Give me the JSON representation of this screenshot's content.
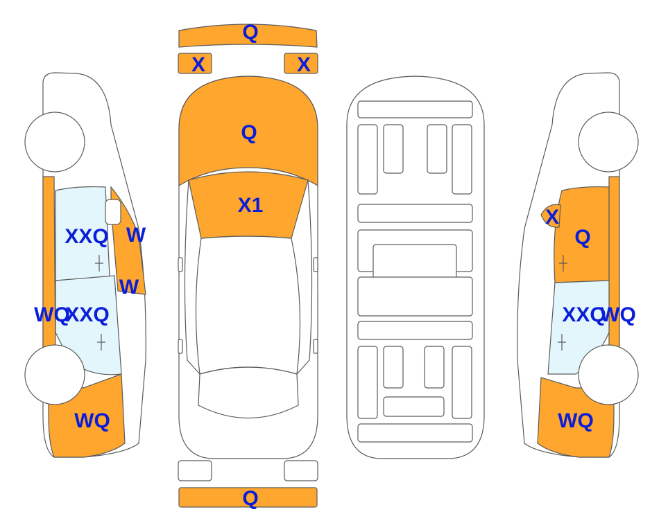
{
  "diagram": {
    "colors": {
      "damaged_part": "#ffa62e",
      "glass": "#e3f6fb",
      "outline": "#5a5a5a",
      "code_text": "#0a1ed8",
      "background": "#ffffff"
    },
    "top_view": {
      "front_bumper": "Q",
      "left_headlight": "X",
      "right_headlight": "X",
      "hood": "Q",
      "windshield": "X1",
      "rear_bumper": "Q"
    },
    "left_side": {
      "front_door_window": "XXQ",
      "mirror": "W",
      "a_pillar": "W",
      "fender": "WQ",
      "rear_door": "XXQ",
      "rear_quarter": "WQ"
    },
    "right_side": {
      "mirror": "X",
      "front_door": "Q",
      "rear_door": "XXQ",
      "fender": "WQ",
      "rear_quarter": "WQ"
    }
  }
}
